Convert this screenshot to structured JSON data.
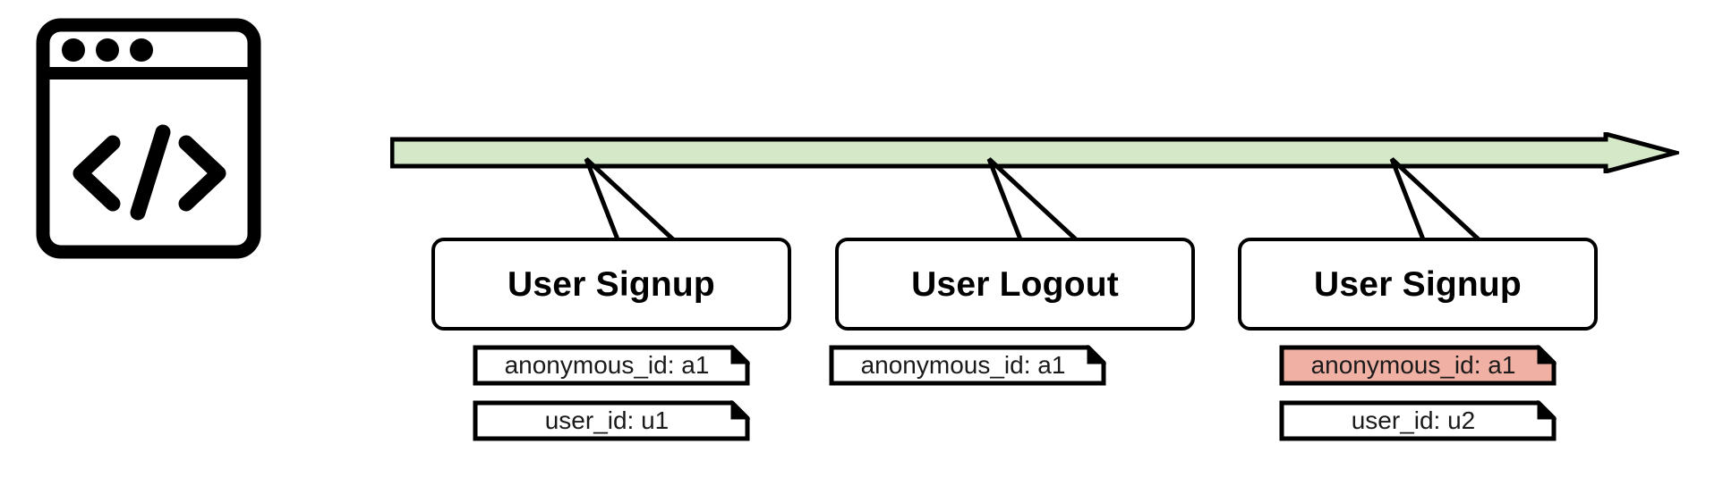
{
  "diagram": {
    "title": "Event stream timeline with identity properties",
    "source": {
      "icon": "code-window-icon",
      "dots": 3,
      "glyph": "</>"
    },
    "timeline": {
      "name": "event-timeline-arrow",
      "direction": "left-to-right",
      "fill_color": "#d5e8c8",
      "stroke_color": "#000000"
    },
    "colors": {
      "timeline_green": "#d5e8c8",
      "highlight_red": "#f1b0a4",
      "stroke": "#000000",
      "box_fill": "#ffffff",
      "background": "#ffffff"
    },
    "events": [
      {
        "id": "event-1",
        "label": "User Signup",
        "notes": [
          {
            "text": "anonymous_id: a1",
            "highlighted": false
          },
          {
            "text": "user_id: u1",
            "highlighted": false
          }
        ]
      },
      {
        "id": "event-2",
        "label": "User Logout",
        "notes": [
          {
            "text": "anonymous_id: a1",
            "highlighted": false
          }
        ]
      },
      {
        "id": "event-3",
        "label": "User Signup",
        "notes": [
          {
            "text": "anonymous_id: a1",
            "highlighted": true
          },
          {
            "text": "user_id: u2",
            "highlighted": false
          }
        ]
      }
    ]
  }
}
